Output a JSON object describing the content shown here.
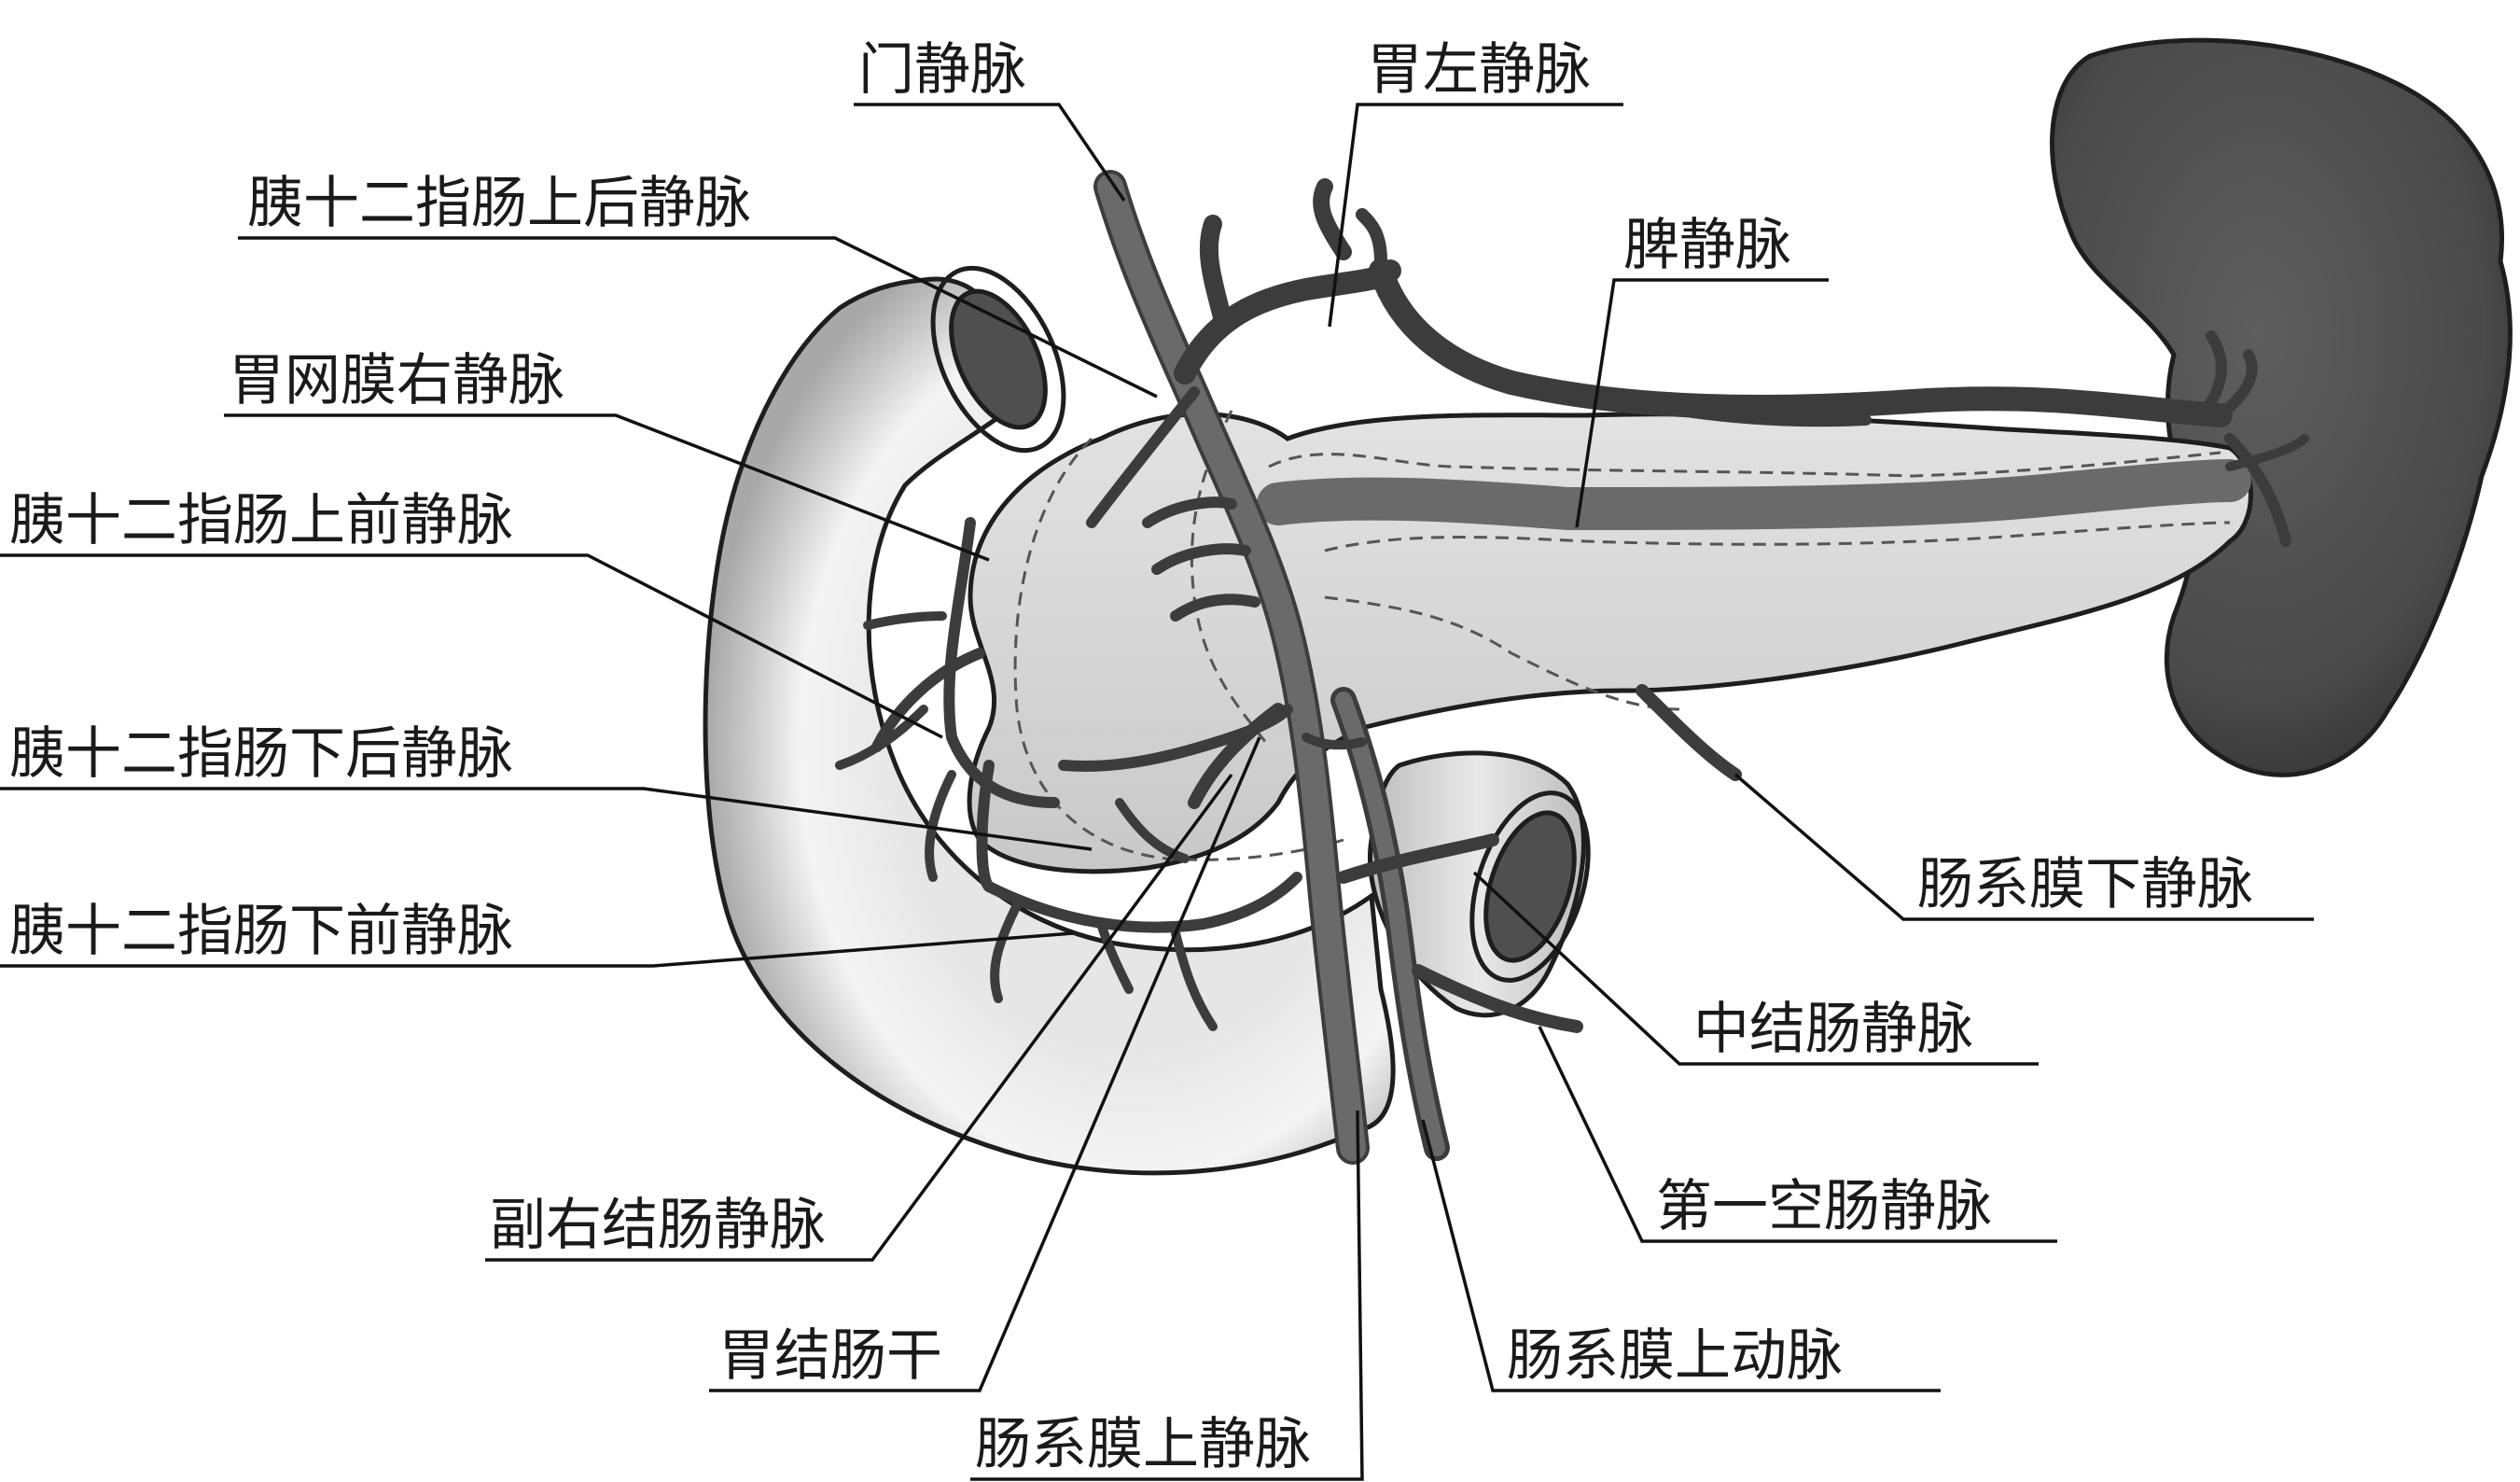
{
  "labels": {
    "portal_vein": "门静脉",
    "left_gastric_vein": "胃左静脉",
    "psp_duodenal_vein": "胰十二指肠上后静脉",
    "splenic_vein": "脾静脉",
    "right_gastroepiploic_vein": "胃网膜右静脉",
    "asp_duodenal_vein": "胰十二指肠上前静脉",
    "ipd_post_vein": "胰十二指肠下后静脉",
    "ipd_ant_vein": "胰十二指肠下前静脉",
    "inferior_mesenteric_vein": "肠系膜下静脉",
    "middle_colic_vein": "中结肠静脉",
    "first_jejunal_vein": "第一空肠静脉",
    "accessory_right_colic_vein": "副右结肠静脉",
    "gastrocolic_trunk": "胃结肠干",
    "superior_mesenteric_artery": "肠系膜上动脉",
    "superior_mesenteric_vein": "肠系膜上静脉"
  }
}
